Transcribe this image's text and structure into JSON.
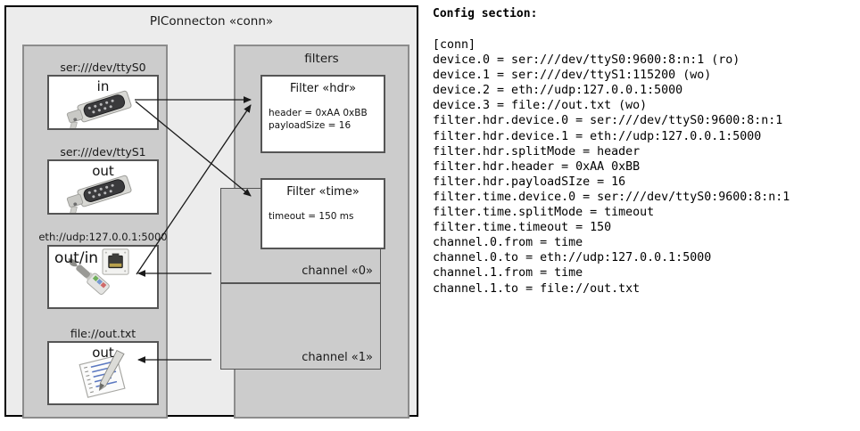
{
  "diagram": {
    "title": "PIConnecton «conn»",
    "devices_group": {
      "items": [
        {
          "caption": "ser:///dev/ttyS0",
          "label": "in",
          "icon": "serial-port-icon"
        },
        {
          "caption": "ser:///dev/ttyS1",
          "label": "out",
          "icon": "serial-port-icon"
        },
        {
          "caption": "eth://udp:127.0.0.1:5000",
          "label": "out/in",
          "icon": "ethernet-jack-icon"
        },
        {
          "caption": "file://out.txt",
          "label": "out",
          "icon": "text-file-icon"
        }
      ]
    },
    "filters_group": {
      "title": "filters",
      "filters": [
        {
          "title": "Filter «hdr»",
          "props": [
            "header = 0xAA 0xBB",
            "payloadSize = 16"
          ]
        },
        {
          "title": "Filter «time»",
          "props": [
            "timeout = 150 ms"
          ]
        }
      ],
      "channels": [
        {
          "label": "channel «0»"
        },
        {
          "label": "channel «1»"
        }
      ]
    }
  },
  "config": {
    "heading": "Config section:",
    "lines": [
      "[conn]",
      "device.0 = ser:///dev/ttyS0:9600:8:n:1 (ro)",
      "device.1 = ser:///dev/ttyS1:115200 (wo)",
      "device.2 = eth://udp:127.0.0.1:5000",
      "device.3 = file://out.txt (wo)",
      "filter.hdr.device.0 = ser:///dev/ttyS0:9600:8:n:1",
      "filter.hdr.device.1 = eth://udp:127.0.0.1:5000",
      "filter.hdr.splitMode = header",
      "filter.hdr.header = 0xAA 0xBB",
      "filter.hdr.payloadSIze = 16",
      "filter.time.device.0 = ser:///dev/ttyS0:9600:8:n:1",
      "filter.time.splitMode = timeout",
      "filter.time.timeout = 150",
      "channel.0.from = time",
      "channel.0.to = eth://udp:127.0.0.1:5000",
      "channel.1.from = time",
      "channel.1.to = file://out.txt"
    ]
  },
  "colors": {
    "outer_bg": "#ececec",
    "group_bg": "#cccccc",
    "box_bg": "#ffffff",
    "border_dark": "#000000",
    "border_mid": "#555555",
    "border_light": "#8c8c8c"
  }
}
